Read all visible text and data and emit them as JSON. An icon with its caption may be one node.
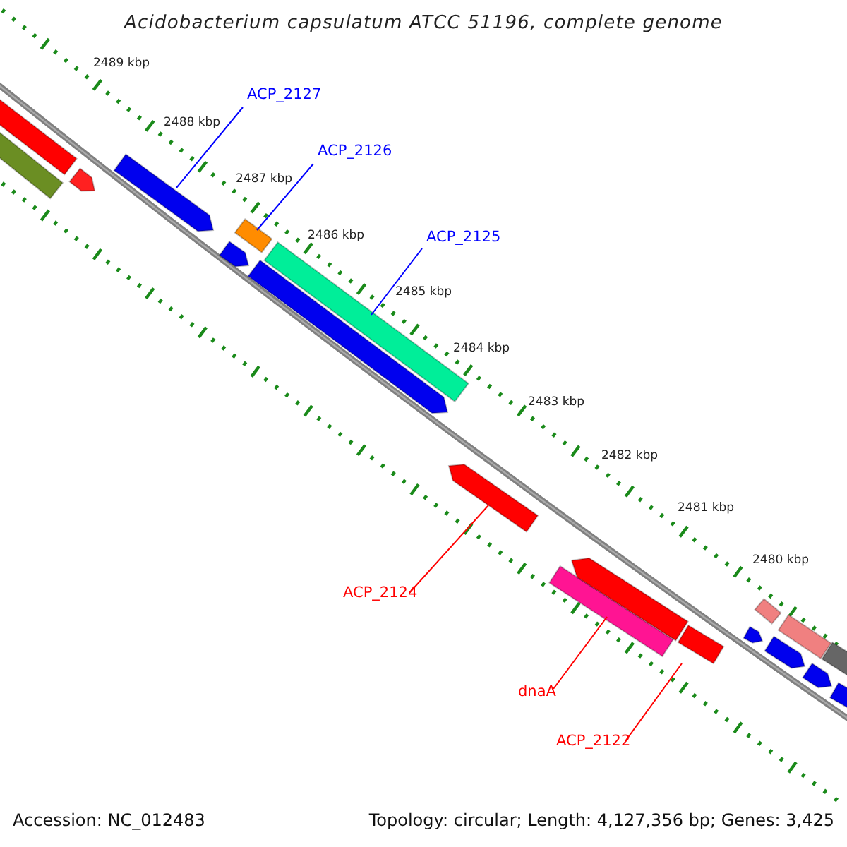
{
  "diagram": {
    "title": "Acidobacterium capsulatum ATCC 51196, complete genome",
    "nodes": [
      {
        "text": [
          "ACP_2127"
        ]
      },
      {
        "text": [
          "ACP_2126"
        ]
      },
      {
        "text": [
          "ACP_2125"
        ]
      },
      {
        "text": [
          "ACP_2124"
        ]
      },
      {
        "text": [
          "dnaA"
        ]
      },
      {
        "text": [
          "ACP_2122"
        ]
      },
      {
        "text": [],
        "shape": "bar"
      },
      {
        "text": [],
        "shape": "bar"
      },
      {
        "text": [],
        "shape": "bar"
      },
      {
        "text": [],
        "shape": "bar"
      },
      {
        "text": [],
        "shape": "bar"
      },
      {
        "text": [],
        "shape": "bar"
      },
      {
        "text": [],
        "shape": "bar"
      },
      {
        "text": [],
        "shape": "bar"
      },
      {
        "text": [],
        "shape": "bar"
      },
      {
        "text": [],
        "shape": "bar"
      },
      {
        "text": [],
        "shape": "bar"
      },
      {
        "text": [],
        "shape": "bar"
      },
      {
        "text": [],
        "shape": "bar"
      },
      {
        "text": [],
        "shape": "bar"
      },
      {
        "text": [],
        "shape": "bar"
      },
      {
        "text": [],
        "shape": "bar"
      },
      {
        "text": [],
        "shape": "bar"
      },
      {
        "text": [],
        "shape": "bar"
      },
      {
        "text": [],
        "shape": "bar"
      }
    ],
    "edges": [
      {
        "from": 0,
        "to": 6,
        "arrow": "none",
        "color": "#0000ff"
      },
      {
        "from": 1,
        "to": 7,
        "arrow": "none",
        "color": "#0000ff"
      },
      {
        "from": 2,
        "to": 8,
        "arrow": "none",
        "color": "#0000ff"
      },
      {
        "from": 3,
        "to": 9,
        "arrow": "none",
        "color": "#ff0000"
      },
      {
        "from": 4,
        "to": 10,
        "arrow": "none",
        "color": "#ff0000"
      },
      {
        "from": 5,
        "to": 11,
        "arrow": "none",
        "color": "#ff0000"
      }
    ],
    "labels": [
      "2489 kbp",
      "2488 kbp",
      "2487 kbp",
      "2486 kbp",
      "2485 kbp",
      "2484 kbp",
      "2483 kbp",
      "2482 kbp",
      "2481 kbp",
      "2480 kbp",
      "Accession: NC_012483",
      "Topology: circular; Length: 4,127,356 bp; Genes: 3,425"
    ]
  }
}
